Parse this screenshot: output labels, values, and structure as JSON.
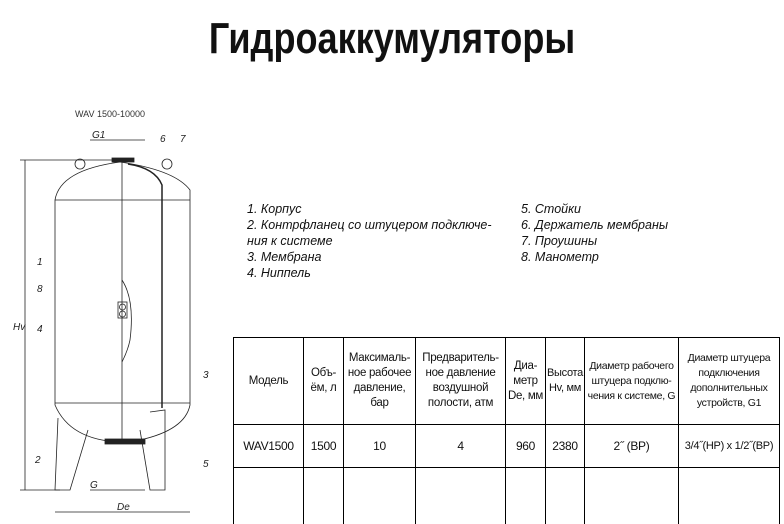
{
  "title": "Гидроаккумуляторы",
  "drawing": {
    "subtitle": "WAV 1500-10000",
    "callouts": [
      "1",
      "2",
      "3",
      "4",
      "5",
      "6",
      "7",
      "8"
    ],
    "dims": {
      "g1": "G1",
      "g": "G",
      "hv": "Hv",
      "de": "De"
    }
  },
  "legend_left": [
    "1. Корпус",
    "2. Контрфланец со штуцером подключе-",
    "ния к системе",
    "3. Мембрана",
    "4. Ниппель"
  ],
  "legend_right": [
    "5. Стойки",
    "6. Держатель мембраны",
    "7. Проушины",
    "8. Манометр"
  ],
  "table": {
    "headers": [
      "Модель",
      "Объ-ём, л",
      "Максималь-ное рабочее давление, бар",
      "Предваритель-ное давление воздушной полости, атм",
      "Диа-метр De, мм",
      "Высота Hv, мм",
      "Диаметр рабочего штуцера подклю-чения к системе, G",
      "Диаметр штуцера подключения дополнительных устройств, G1"
    ],
    "rows": [
      [
        "WAV1500",
        "1500",
        "10",
        "4",
        "960",
        "2380",
        "2˝ (ВР)",
        "3/4˝(НР) x 1/2˝(ВР)"
      ]
    ]
  }
}
